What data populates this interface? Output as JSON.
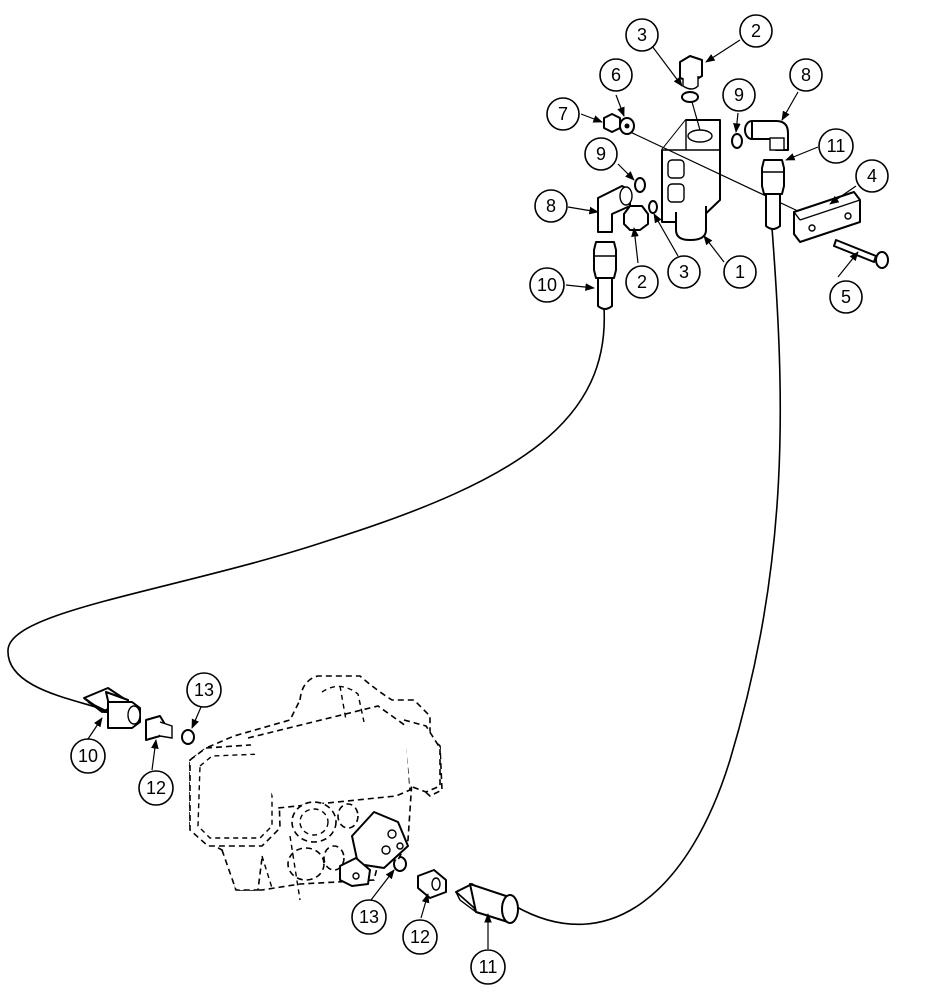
{
  "callouts": [
    {
      "label": "1"
    },
    {
      "label": "2"
    },
    {
      "label": "2"
    },
    {
      "label": "3"
    },
    {
      "label": "3"
    },
    {
      "label": "4"
    },
    {
      "label": "5"
    },
    {
      "label": "6"
    },
    {
      "label": "7"
    },
    {
      "label": "8"
    },
    {
      "label": "8"
    },
    {
      "label": "9"
    },
    {
      "label": "9"
    },
    {
      "label": "10"
    },
    {
      "label": "10"
    },
    {
      "label": "11"
    },
    {
      "label": "11"
    },
    {
      "label": "12"
    },
    {
      "label": "12"
    },
    {
      "label": "13"
    },
    {
      "label": "13"
    }
  ],
  "arrowheads": "filled-triangle",
  "colors": {
    "line": "#000000",
    "background": "#ffffff"
  }
}
